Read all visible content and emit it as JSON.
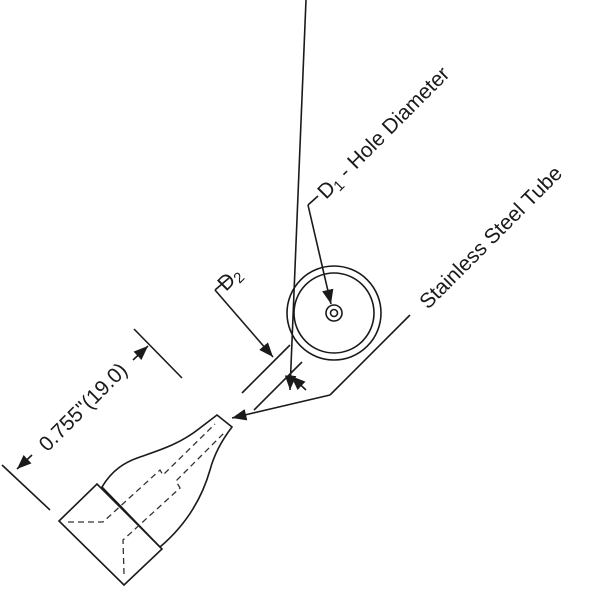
{
  "labels": {
    "d1_prefix": "D",
    "d1_sub": "1",
    "d1_suffix": " - Hole Diameter",
    "d2_prefix": "D",
    "d2_sub": "2",
    "tube": "Stainless Steel Tube",
    "length": "0.755\"(19.0)"
  },
  "colors": {
    "line": "#1a1a1a",
    "metal_light": "#e6e6e6",
    "metal_dark": "#6e6e6e"
  }
}
